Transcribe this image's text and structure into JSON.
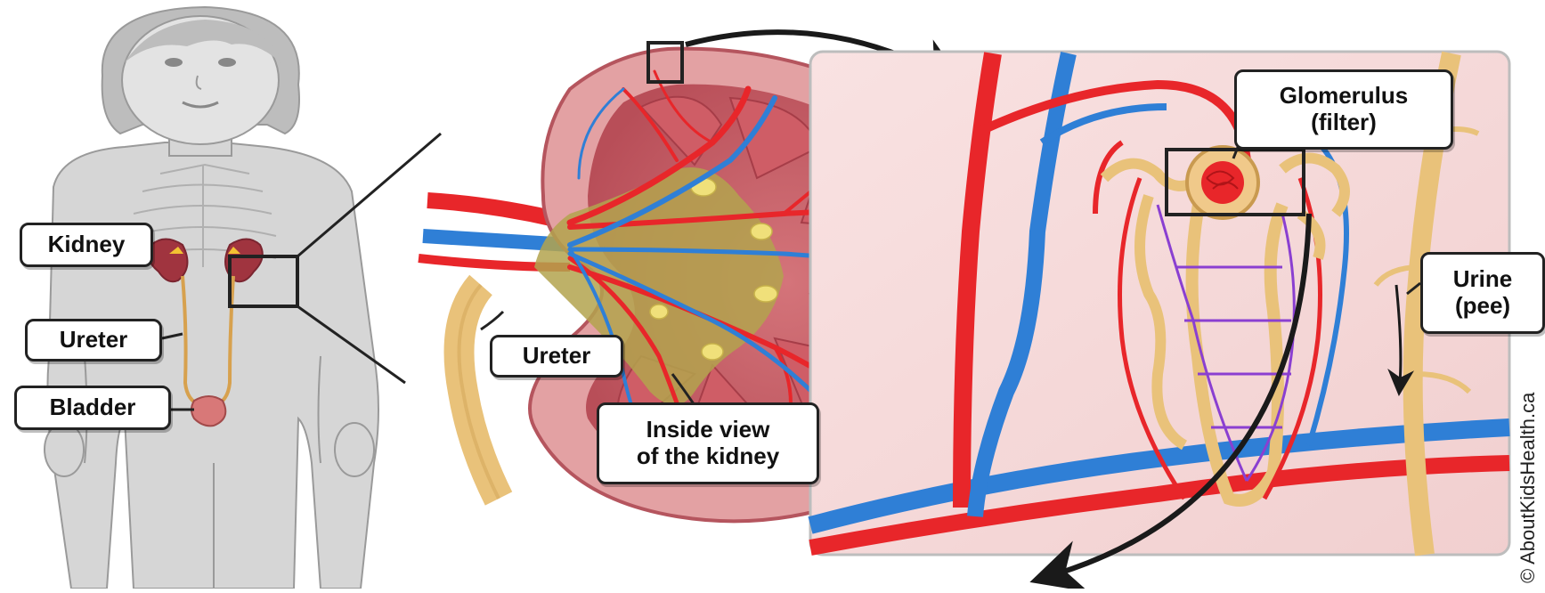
{
  "labels": {
    "kidney": "Kidney",
    "ureter_body": "Ureter",
    "bladder": "Bladder",
    "ureter_section": "Ureter",
    "inside_view": "Inside view\nof the kidney",
    "glomerulus": "Glomerulus\n(filter)",
    "urine": "Urine\n(pee)"
  },
  "copyright": "© AboutKidsHealth.ca",
  "colors": {
    "skin_gray": "#d9d9d9",
    "artery_red": "#e8262a",
    "vein_blue": "#2f7fd6",
    "ureter_tan": "#e9c27a",
    "kidney_tissue": "#c9616a",
    "kidney_cortex": "#e3a1a3",
    "pelvis_olive": "#b3a34d",
    "tubule_purple": "#8a3fd1",
    "panel_pink": "#f6dada"
  }
}
